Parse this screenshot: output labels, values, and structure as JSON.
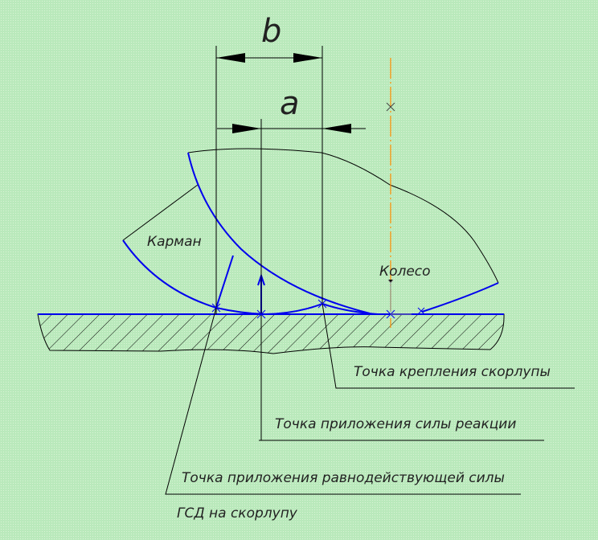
{
  "dimensions": {
    "b": "b",
    "a": "a"
  },
  "labels": {
    "pocket": "Карман",
    "wheel": "Колесо",
    "shell_mount_point": "Точка крепления скорлупы",
    "reaction_point": "Точка приложения силы реакции",
    "resultant_point_line1": "Точка приложения равнодействующей силы",
    "resultant_point_line2": "ГСД на скорлупу"
  },
  "colors": {
    "contour": "#0000ee",
    "line": "#000000",
    "axis": "#ff8c00",
    "background": "#b9e9bb"
  }
}
